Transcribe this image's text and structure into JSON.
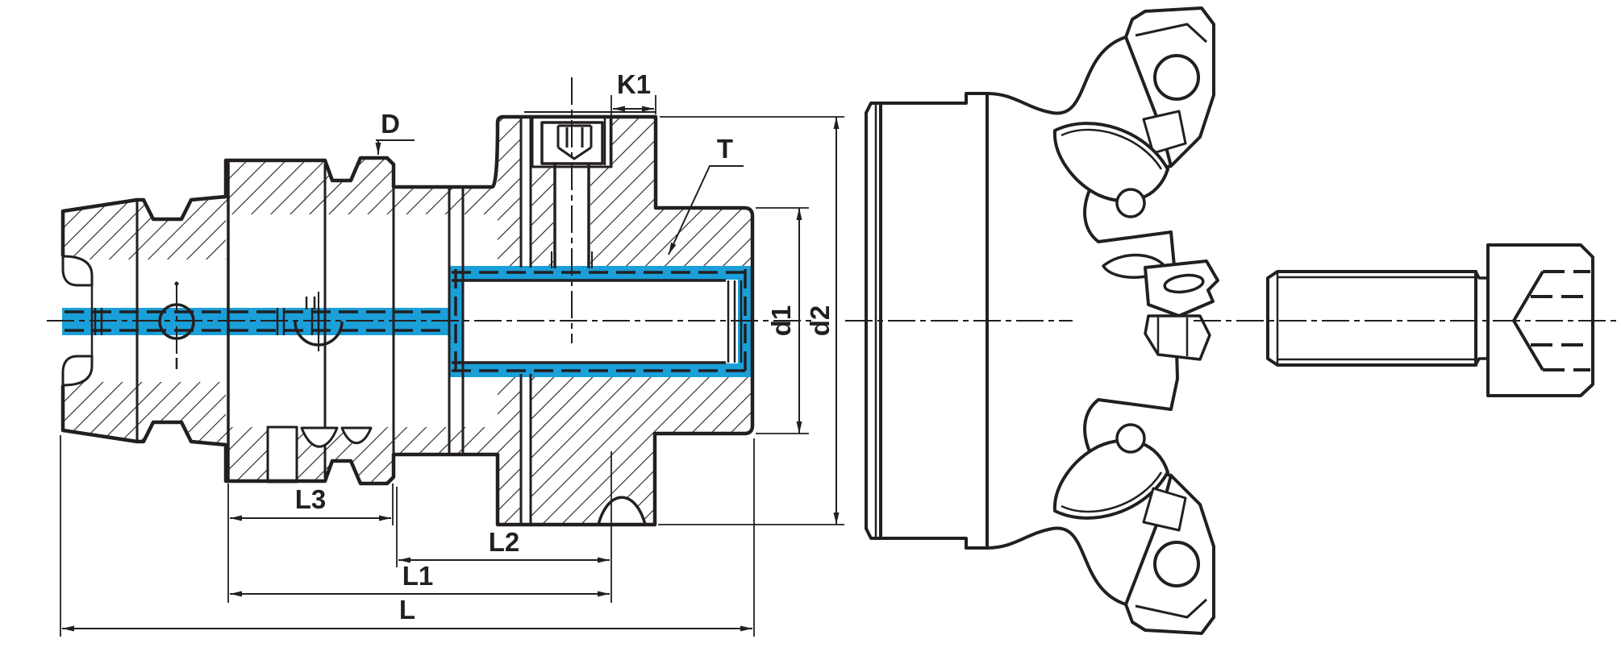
{
  "drawing": {
    "colors": {
      "line": "#231f20",
      "coolant": "#1a9fd9",
      "background": "#ffffff"
    },
    "labels": {
      "D": "D",
      "K1": "K1",
      "T": "T",
      "d1": "d1",
      "d2": "d2",
      "L": "L",
      "L1": "L1",
      "L2": "L2",
      "L3": "L3"
    }
  }
}
